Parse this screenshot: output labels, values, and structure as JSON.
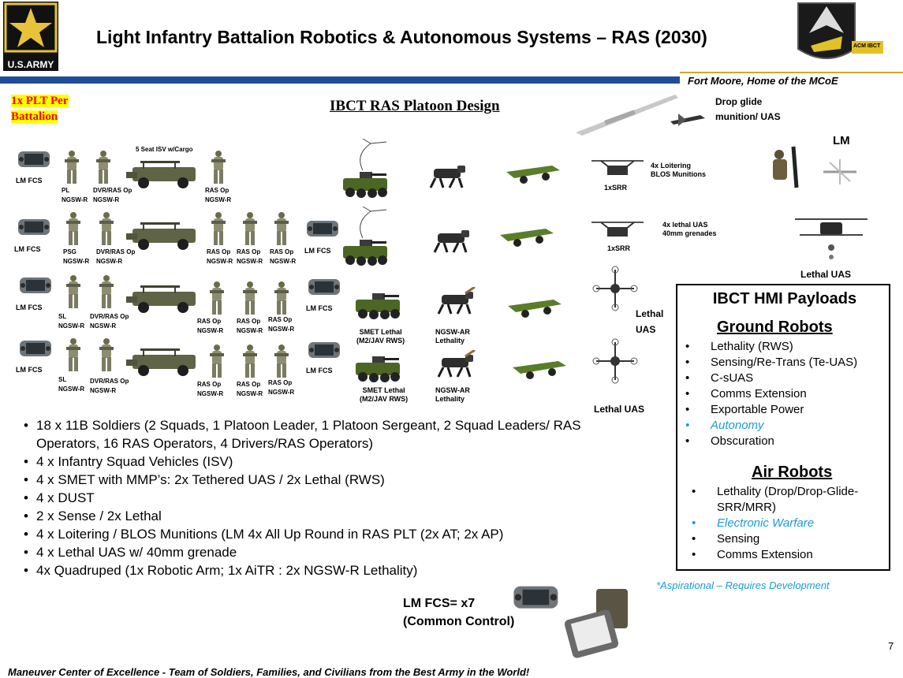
{
  "header": {
    "title": "Light Infantry Battalion Robotics & Autonomous Systems – RAS (2030)",
    "logo_text": "U.S.ARMY",
    "badge_text": "ACM IBCT",
    "subtitle": "Fort Moore, Home of the MCoE"
  },
  "plt_note": {
    "line1": "1x PLT Per",
    "line2": "Battalion"
  },
  "design_title": "IBCT RAS Platoon Design",
  "rows": {
    "r1": {
      "fcs": "LM FCS",
      "isv": "5 Seat ISV w/Cargo",
      "s1a": "PL",
      "s1b": "NGSW-R",
      "s2a": "DVR/RAS Op",
      "s2b": "NGSW-R",
      "s3a": "RAS Op",
      "s3b": "NGSW-R"
    },
    "r2": {
      "fcs": "LM FCS",
      "fcs2": "LM FCS",
      "s1a": "PSG",
      "s1b": "NGSW-R",
      "s2a": "DVR/RAS Op",
      "s2b": "NGSW-R",
      "s3a": "RAS Op",
      "s3b": "NGSW-R",
      "s4a": "RAS Op",
      "s4b": "NGSW-R",
      "s5a": "RAS Op",
      "s5b": "NGSW-R"
    },
    "r3": {
      "fcs": "LM FCS",
      "fcs2": "LM FCS",
      "s1a": "SL",
      "s1b": "NGSW-R",
      "s2a": "DVR/RAS Op",
      "s2b": "NGSW-R",
      "s3a": "RAS Op",
      "s3b": "NGSW-R",
      "s4a": "RAS Op",
      "s4b": "NGSW-R",
      "s5a": "RAS Op",
      "s5b": "NGSW-R",
      "smet1": "SMET Lethal",
      "smet2": "(M2/JAV RWS)",
      "ng1": "NGSW-AR",
      "ng2": "Lethality"
    },
    "r4": {
      "fcs": "LM  FCS",
      "fcs2": "LM FCS",
      "s1a": "SL",
      "s1b": "NGSW-R",
      "s2a": "DVR/RAS Op",
      "s2b": "NGSW-R",
      "s3a": "RAS Op",
      "s3b": "NGSW-R",
      "s4a": "RAS Op",
      "s4b": "NGSW-R",
      "s5a": "RAS Op",
      "s5b": "NGSW-R",
      "smet1": "SMET Lethal",
      "smet2": "(M2/JAV RWS)",
      "ng1": "NGSW-AR",
      "ng2": "Lethality"
    }
  },
  "air": {
    "drop1": "Drop glide",
    "drop2": "munition/ UAS",
    "lm": "LM",
    "loiter1": "4x Loitering",
    "loiter2": "BLOS Munitions",
    "srr1": "1xSRR",
    "lethal1": "4x lethal UAS",
    "lethal2": "40mm grenades",
    "srr2": "1xSRR",
    "lethal_uas_right": "Lethal UAS",
    "lethal_a": "Lethal",
    "lethal_b": "UAS",
    "lethal_uas_bottom": "Lethal UAS"
  },
  "bullets": [
    "18 x 11B Soldiers (2 Squads, 1 Platoon Leader, 1 Platoon Sergeant, 2 Squad Leaders/ RAS Operators, 16 RAS Operators, 4 Drivers/RAS Operators)",
    "4 x Infantry  Squad Vehicles (ISV)",
    "4 x SMET with MMP’s: 2x Tethered UAS / 2x Lethal (RWS)",
    "4 x DUST",
    "2 x Sense / 2x Lethal",
    "4 x Loitering / BLOS Munitions  (LM 4x All Up Round in RAS PLT (2x AT;  2x AP)",
    "4 x Lethal UAS w/ 40mm grenade",
    "4x Quadruped  (1x Robotic Arm; 1x AiTR : 2x NGSW-R Lethality)"
  ],
  "hmi": {
    "title": "IBCT HMI Payloads",
    "ground_title": "Ground Robots",
    "ground": [
      "Lethality (RWS)",
      "Sensing/Re-Trans (Te-UAS)",
      "C-sUAS",
      "Comms Extension",
      "Exportable Power",
      "Autonomy",
      "Obscuration"
    ],
    "air_title": "Air Robots",
    "air1a": "Lethality (Drop/Drop-Glide-",
    "air1b": "SRR/MRR)",
    "air2": "Electronic Warfare",
    "air3": "Sensing",
    "air4": "Comms Extension",
    "highlight_color": "#1a9bd7"
  },
  "aspirational": "*Aspirational – Requires Development",
  "lm_fcs_note": {
    "line1": "LM FCS= x7",
    "line2": "(Common Control)"
  },
  "footer": "Maneuver Center of Excellence - Team of Soldiers, Families, and Civilians from the Best Army in the World!",
  "page_number": "7"
}
